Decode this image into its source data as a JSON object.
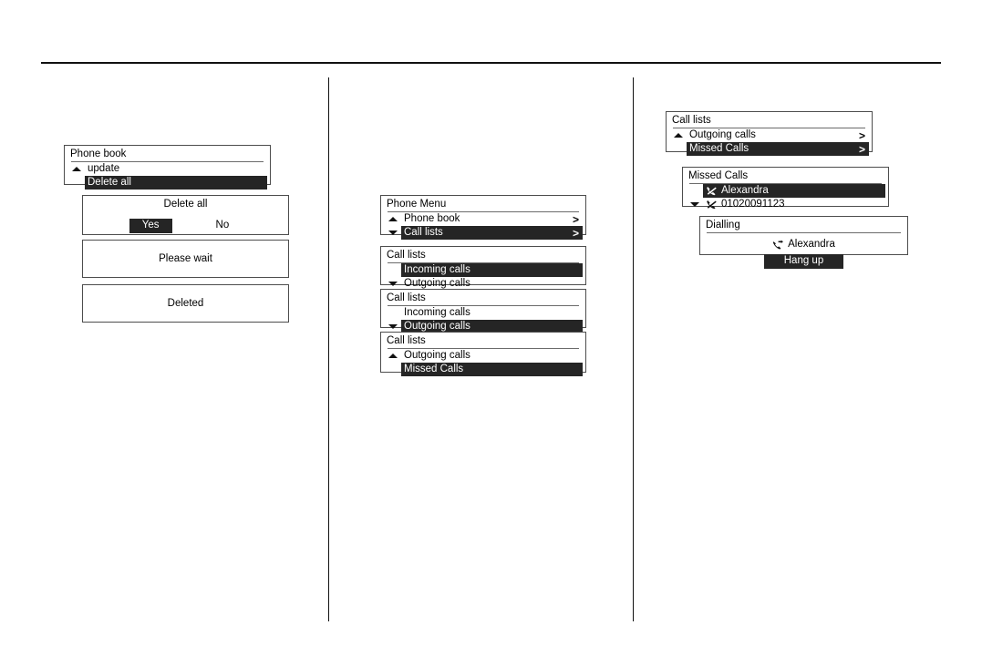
{
  "page": {
    "background": "#ffffff",
    "rule_color": "#111111",
    "highlight_color": "#252525",
    "panel_border_color": "#4d4d4d"
  },
  "column_left": {
    "phone_book_panel": {
      "title": "Phone book",
      "rows": [
        {
          "arrow": "up",
          "label": "update",
          "selected": false,
          "chevron": ""
        },
        {
          "arrow": "none",
          "label": "Delete all",
          "selected": true,
          "chevron": ""
        }
      ]
    },
    "delete_all_dialog": {
      "message": "Delete all",
      "choices": [
        {
          "label": "Yes",
          "selected": true
        },
        {
          "label": "No",
          "selected": false
        }
      ]
    },
    "please_wait_dialog": {
      "message": "Please wait"
    },
    "deleted_dialog": {
      "message": "Deleted"
    }
  },
  "column_middle": {
    "phone_menu_panel": {
      "title": "Phone Menu",
      "rows": [
        {
          "arrow": "up",
          "label": "Phone book",
          "selected": false,
          "chevron": ">"
        },
        {
          "arrow": "down",
          "label": "Call lists",
          "selected": true,
          "chevron": ">"
        }
      ]
    },
    "call_lists_panel_1": {
      "title": "Call lists",
      "rows": [
        {
          "arrow": "none",
          "label": "Incoming calls",
          "selected": true,
          "chevron": ""
        },
        {
          "arrow": "down",
          "label": "Outgoing calls",
          "selected": false,
          "chevron": ""
        }
      ]
    },
    "call_lists_panel_2": {
      "title": "Call lists",
      "rows": [
        {
          "arrow": "none",
          "label": "Incoming calls",
          "selected": false,
          "chevron": ""
        },
        {
          "arrow": "down",
          "label": "Outgoing calls",
          "selected": true,
          "chevron": ""
        }
      ]
    },
    "call_lists_panel_3": {
      "title": "Call lists",
      "rows": [
        {
          "arrow": "up",
          "label": "Outgoing calls",
          "selected": false,
          "chevron": ""
        },
        {
          "arrow": "none",
          "label": "Missed Calls",
          "selected": true,
          "chevron": ""
        }
      ]
    }
  },
  "column_right": {
    "call_lists_panel": {
      "title": "Call lists",
      "rows": [
        {
          "arrow": "up",
          "label": "Outgoing calls",
          "selected": false,
          "chevron": ">"
        },
        {
          "arrow": "none",
          "label": "Missed Calls",
          "selected": true,
          "chevron": ">"
        }
      ]
    },
    "missed_calls_panel": {
      "title": "Missed Calls",
      "rows": [
        {
          "arrow": "none",
          "icon": "missed-call-icon",
          "label": "Alexandra",
          "selected": true,
          "chevron": ""
        },
        {
          "arrow": "down",
          "icon": "missed-call-icon",
          "label": "01020091123",
          "selected": false,
          "chevron": ""
        }
      ]
    },
    "dialling_panel": {
      "title": "Dialling",
      "contact_icon": "outgoing-call-icon",
      "contact": "Alexandra",
      "hang_up_label": "Hang up"
    }
  }
}
